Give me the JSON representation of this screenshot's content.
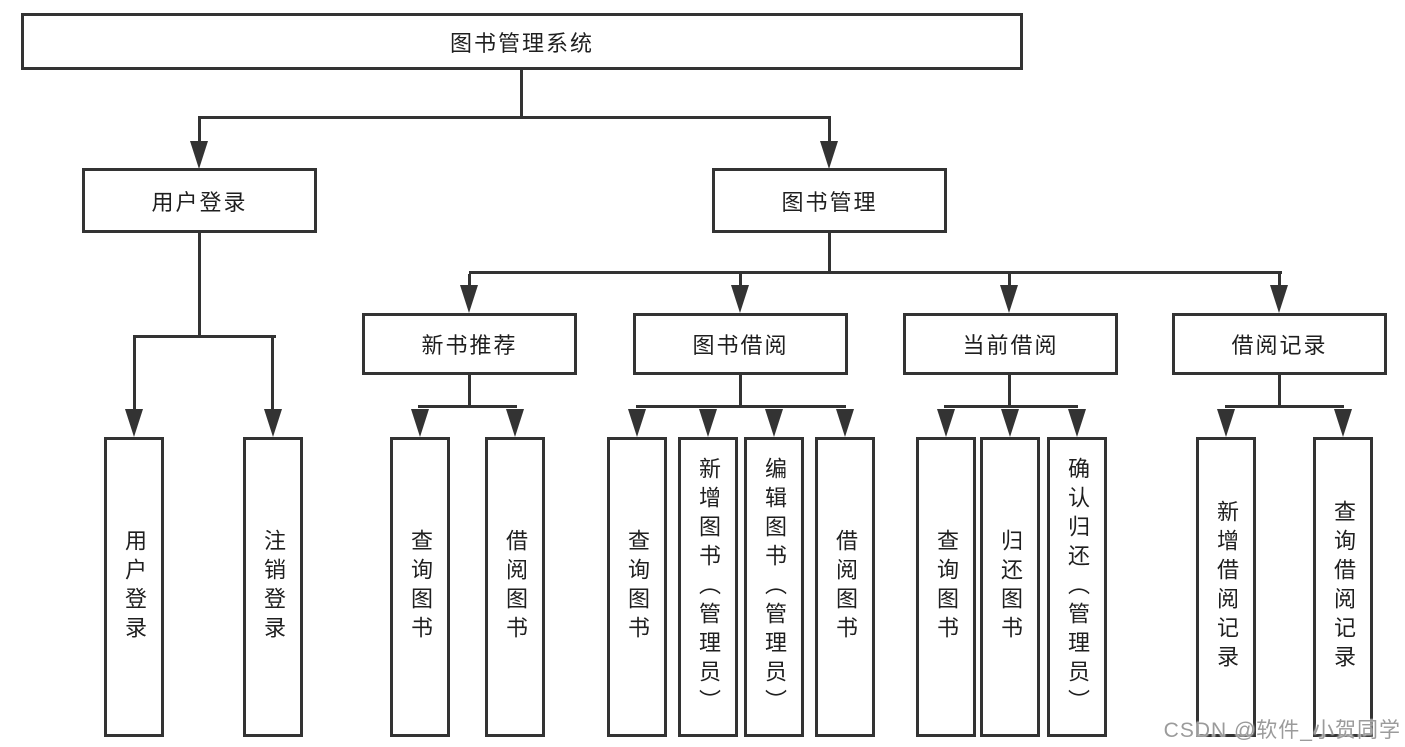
{
  "tree": {
    "label": "图书管理系统",
    "children": [
      {
        "label": "用户登录",
        "children": [
          {
            "label": "用户登录"
          },
          {
            "label": "注销登录"
          }
        ]
      },
      {
        "label": "图书管理",
        "children": [
          {
            "label": "新书推荐",
            "children": [
              {
                "label": "查询图书"
              },
              {
                "label": "借阅图书"
              }
            ]
          },
          {
            "label": "图书借阅",
            "children": [
              {
                "label": "查询图书"
              },
              {
                "label": "新增图书（管理员）"
              },
              {
                "label": "编辑图书（管理员）"
              },
              {
                "label": "借阅图书"
              }
            ]
          },
          {
            "label": "当前借阅",
            "children": [
              {
                "label": "查询图书"
              },
              {
                "label": "归还图书"
              },
              {
                "label": "确认归还（管理员）"
              }
            ]
          },
          {
            "label": "借阅记录",
            "children": [
              {
                "label": "新增借阅记录"
              },
              {
                "label": "查询借阅记录"
              }
            ]
          }
        ]
      }
    ]
  },
  "watermark": {
    "text": "CSDN @软件_小贺同学"
  },
  "colors": {
    "line": "#333333",
    "text": "#1f1f1f",
    "watermark": "#9b9b9b",
    "background": "#ffffff"
  }
}
